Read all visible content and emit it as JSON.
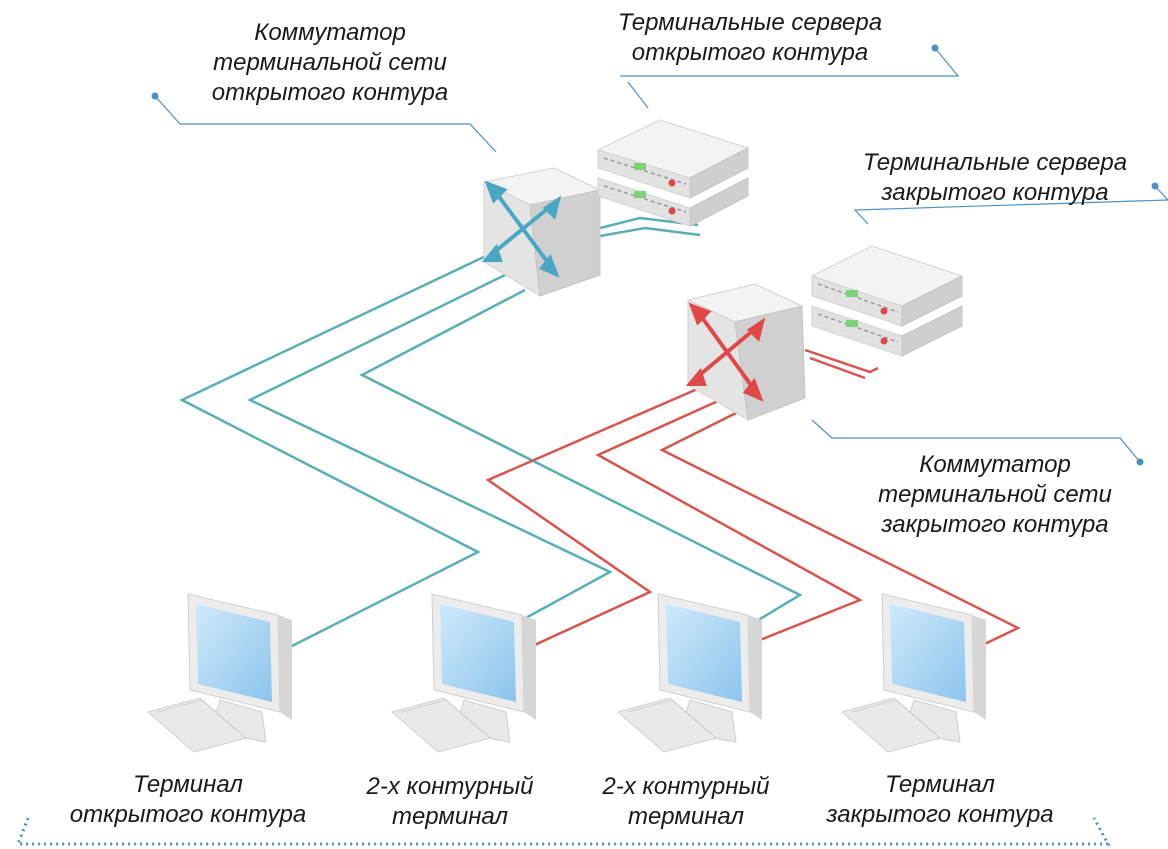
{
  "diagram": {
    "labels": {
      "open_switch": [
        "Коммутатор",
        "терминальной сети",
        "открытого контура"
      ],
      "open_servers": [
        "Терминальные сервера",
        "открытого контура"
      ],
      "closed_servers": [
        "Терминальные сервера",
        "закрытого контура"
      ],
      "closed_switch": [
        "Коммутатор",
        "терминальной сети",
        "закрытого контура"
      ],
      "terminal_open": [
        "Терминал",
        "открытого контура"
      ],
      "terminal_dual_1": [
        "2-х контурный",
        "терминал"
      ],
      "terminal_dual_2": [
        "2-х контурный",
        "терминал"
      ],
      "terminal_closed": [
        "Терминал",
        "закрытого контура"
      ]
    },
    "colors": {
      "open_network": "#5aaeb4",
      "closed_network": "#d9534f",
      "callout": "#4a90c8",
      "device_light": "#eeeeee",
      "device_mid": "#dedede",
      "device_dark": "#c8c8c8",
      "screen": "#a8d6f4",
      "led_green": "#7ed07a",
      "led_red": "#e04848"
    },
    "icons": [
      "network-switch-icon",
      "server-rack-icon",
      "monitor-icon",
      "keyboard-icon"
    ]
  }
}
